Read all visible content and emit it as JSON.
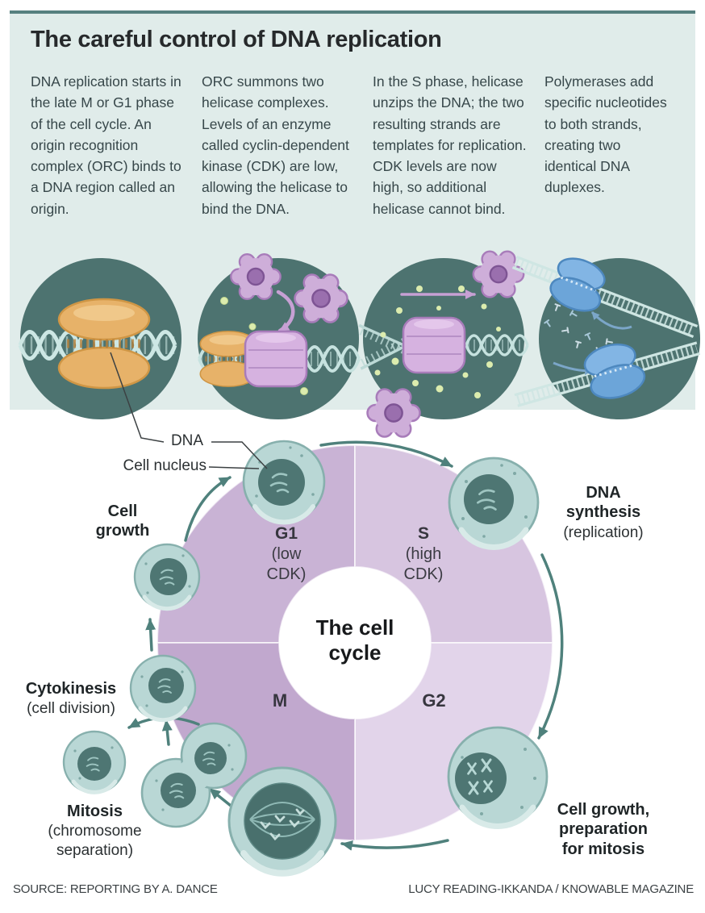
{
  "header": {
    "title": "The careful control of DNA replication"
  },
  "intro": {
    "col1": "DNA replication starts in the late M or G1 phase of the cell cycle. An origin recognition complex (ORC) binds to a DNA region called an origin.",
    "col2": "ORC summons two helicase complexes. Levels of an enzyme called cyclin-dependent kinase (CDK) are low, allowing the helicase to bind the DNA.",
    "col3": "In the S phase, helicase unzips the DNA; the two resulting strands are templates for replication. CDK levels are now high, so additional helicase cannot bind.",
    "col4": "Polymerases add specific nucleotides to both strands, creating two identical DNA duplexes."
  },
  "annotations": {
    "dna": "DNA",
    "cell_nucleus": "Cell nucleus"
  },
  "cycle": {
    "center": "The cell cycle",
    "phases": {
      "g1": {
        "label": "G1",
        "cdk": "(low CDK)"
      },
      "s": {
        "label": "S",
        "cdk": "(high CDK)"
      },
      "g2": {
        "label": "G2"
      },
      "m": {
        "label": "M"
      }
    },
    "stages": {
      "cell_growth": "Cell growth",
      "dna_synthesis": "DNA synthesis",
      "dna_synthesis_sub": "(replication)",
      "cytokinesis": "Cytokinesis",
      "cytokinesis_sub": "(cell division)",
      "mitosis": "Mitosis",
      "mitosis_sub": "(chromosome separation)",
      "g2_growth": "Cell growth, preparation for mitosis"
    }
  },
  "footer": {
    "source": "SOURCE: REPORTING BY A. DANCE",
    "credit": "LUCY READING-IKKANDA / KNOWABLE MAGAZINE"
  },
  "colors": {
    "panel_bg": "#e0ecea",
    "top_rule": "#56807f",
    "stage_circle": "#4d7370",
    "ring_g1": "#c9b3d5",
    "ring_s": "#d7c5e0",
    "ring_g2": "#e2d4ea",
    "ring_m": "#c1a8ce",
    "cell_body": "#b9d7d5",
    "cell_nucleus": "#4e7673",
    "arrow": "#4f817c",
    "orc_orange": "#e7b269",
    "helicase_purple": "#d6b2e0",
    "polymerase_blue": "#6ca5d9",
    "cdk_dot": "#dcecae"
  }
}
